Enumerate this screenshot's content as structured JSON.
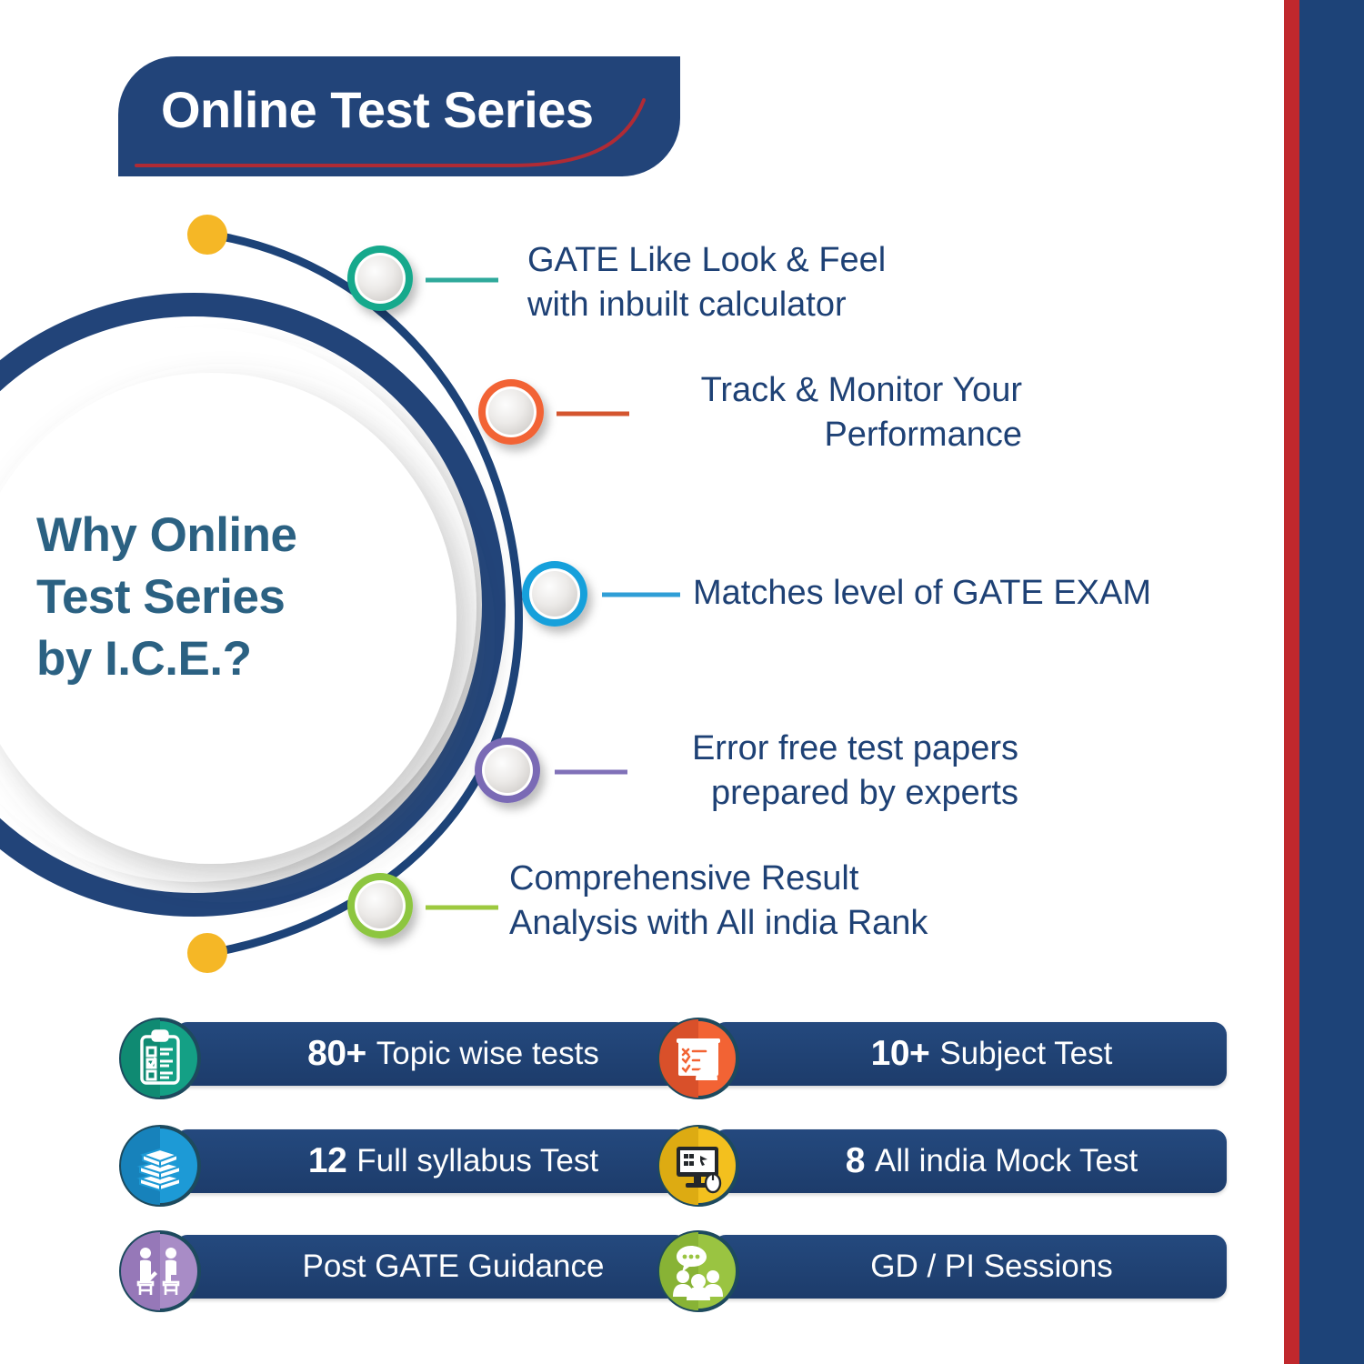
{
  "banner": {
    "title": "Online Test Series",
    "bg_color": "#224479",
    "accent_color": "#b02b35"
  },
  "heading": {
    "line1": "Why Online",
    "line2": "Test Series",
    "line3": "by I.C.E.?",
    "color": "#2b6182"
  },
  "diagram": {
    "arc_color": "#1d4378",
    "ring_color": "#224479",
    "terminal_dot_color": "#f5b726",
    "text_color": "#1e4175"
  },
  "features": [
    {
      "id": "gate-like-look-feel",
      "line1": "GATE Like Look & Feel",
      "line2": "with inbuilt calculator",
      "marker_color": "#17a98c",
      "dash_color": "#2fa99b"
    },
    {
      "id": "track-monitor-performance",
      "line1": "Track & Monitor Your",
      "line2": "Performance",
      "marker_color": "#f26334",
      "dash_color": "#d4552f"
    },
    {
      "id": "matches-level-of-gate-exam",
      "line1": "Matches level of GATE EXAM",
      "line2": "",
      "marker_color": "#18a0db",
      "dash_color": "#2f9ed6"
    },
    {
      "id": "error-free-test-papers",
      "line1": "Error free test papers",
      "line2": "prepared by experts",
      "marker_color": "#7a6bb5",
      "dash_color": "#8071b8"
    },
    {
      "id": "comprehensive-result-analysis",
      "line1": "Comprehensive Result",
      "line2": "Analysis with All india Rank",
      "marker_color": "#8dc63f",
      "dash_color": "#9dc93f"
    }
  ],
  "cards": [
    {
      "id": "topic-wise-tests",
      "number": "80+",
      "text": "Topic wise tests",
      "icon": "clipboard-checklist-icon",
      "icon_color": "#14a085",
      "icon_color_dark": "#0f8a72",
      "side": "left",
      "row": 0
    },
    {
      "id": "subject-test",
      "number": "10+",
      "text": "Subject Test",
      "icon": "document-person-icon",
      "icon_color": "#f26334",
      "icon_color_dark": "#d9502a",
      "side": "right",
      "row": 0
    },
    {
      "id": "full-syllabus-test",
      "number": "12",
      "text": "Full syllabus Test",
      "icon": "stacked-books-icon",
      "icon_color": "#1d9ad6",
      "icon_color_dark": "#1782bb",
      "side": "left",
      "row": 1
    },
    {
      "id": "all-india-mock-test",
      "number": "8",
      "text": "All india Mock Test",
      "icon": "monitor-mouse-icon",
      "icon_color": "#f3c01e",
      "icon_color_dark": "#ddab12",
      "side": "right",
      "row": 1
    },
    {
      "id": "post-gate-guidance",
      "number": "",
      "text": "Post GATE Guidance",
      "icon": "two-people-seated-icon",
      "icon_color": "#a88cc6",
      "icon_color_dark": "#9678b8",
      "side": "left",
      "row": 2
    },
    {
      "id": "gd-pi-sessions",
      "number": "",
      "text": "GD / PI Sessions",
      "icon": "group-chat-icon",
      "icon_color": "#9ac441",
      "icon_color_dark": "#88b335",
      "side": "right",
      "row": 2
    }
  ],
  "edges": {
    "red": "#c0282d",
    "navy": "#1d4378"
  }
}
